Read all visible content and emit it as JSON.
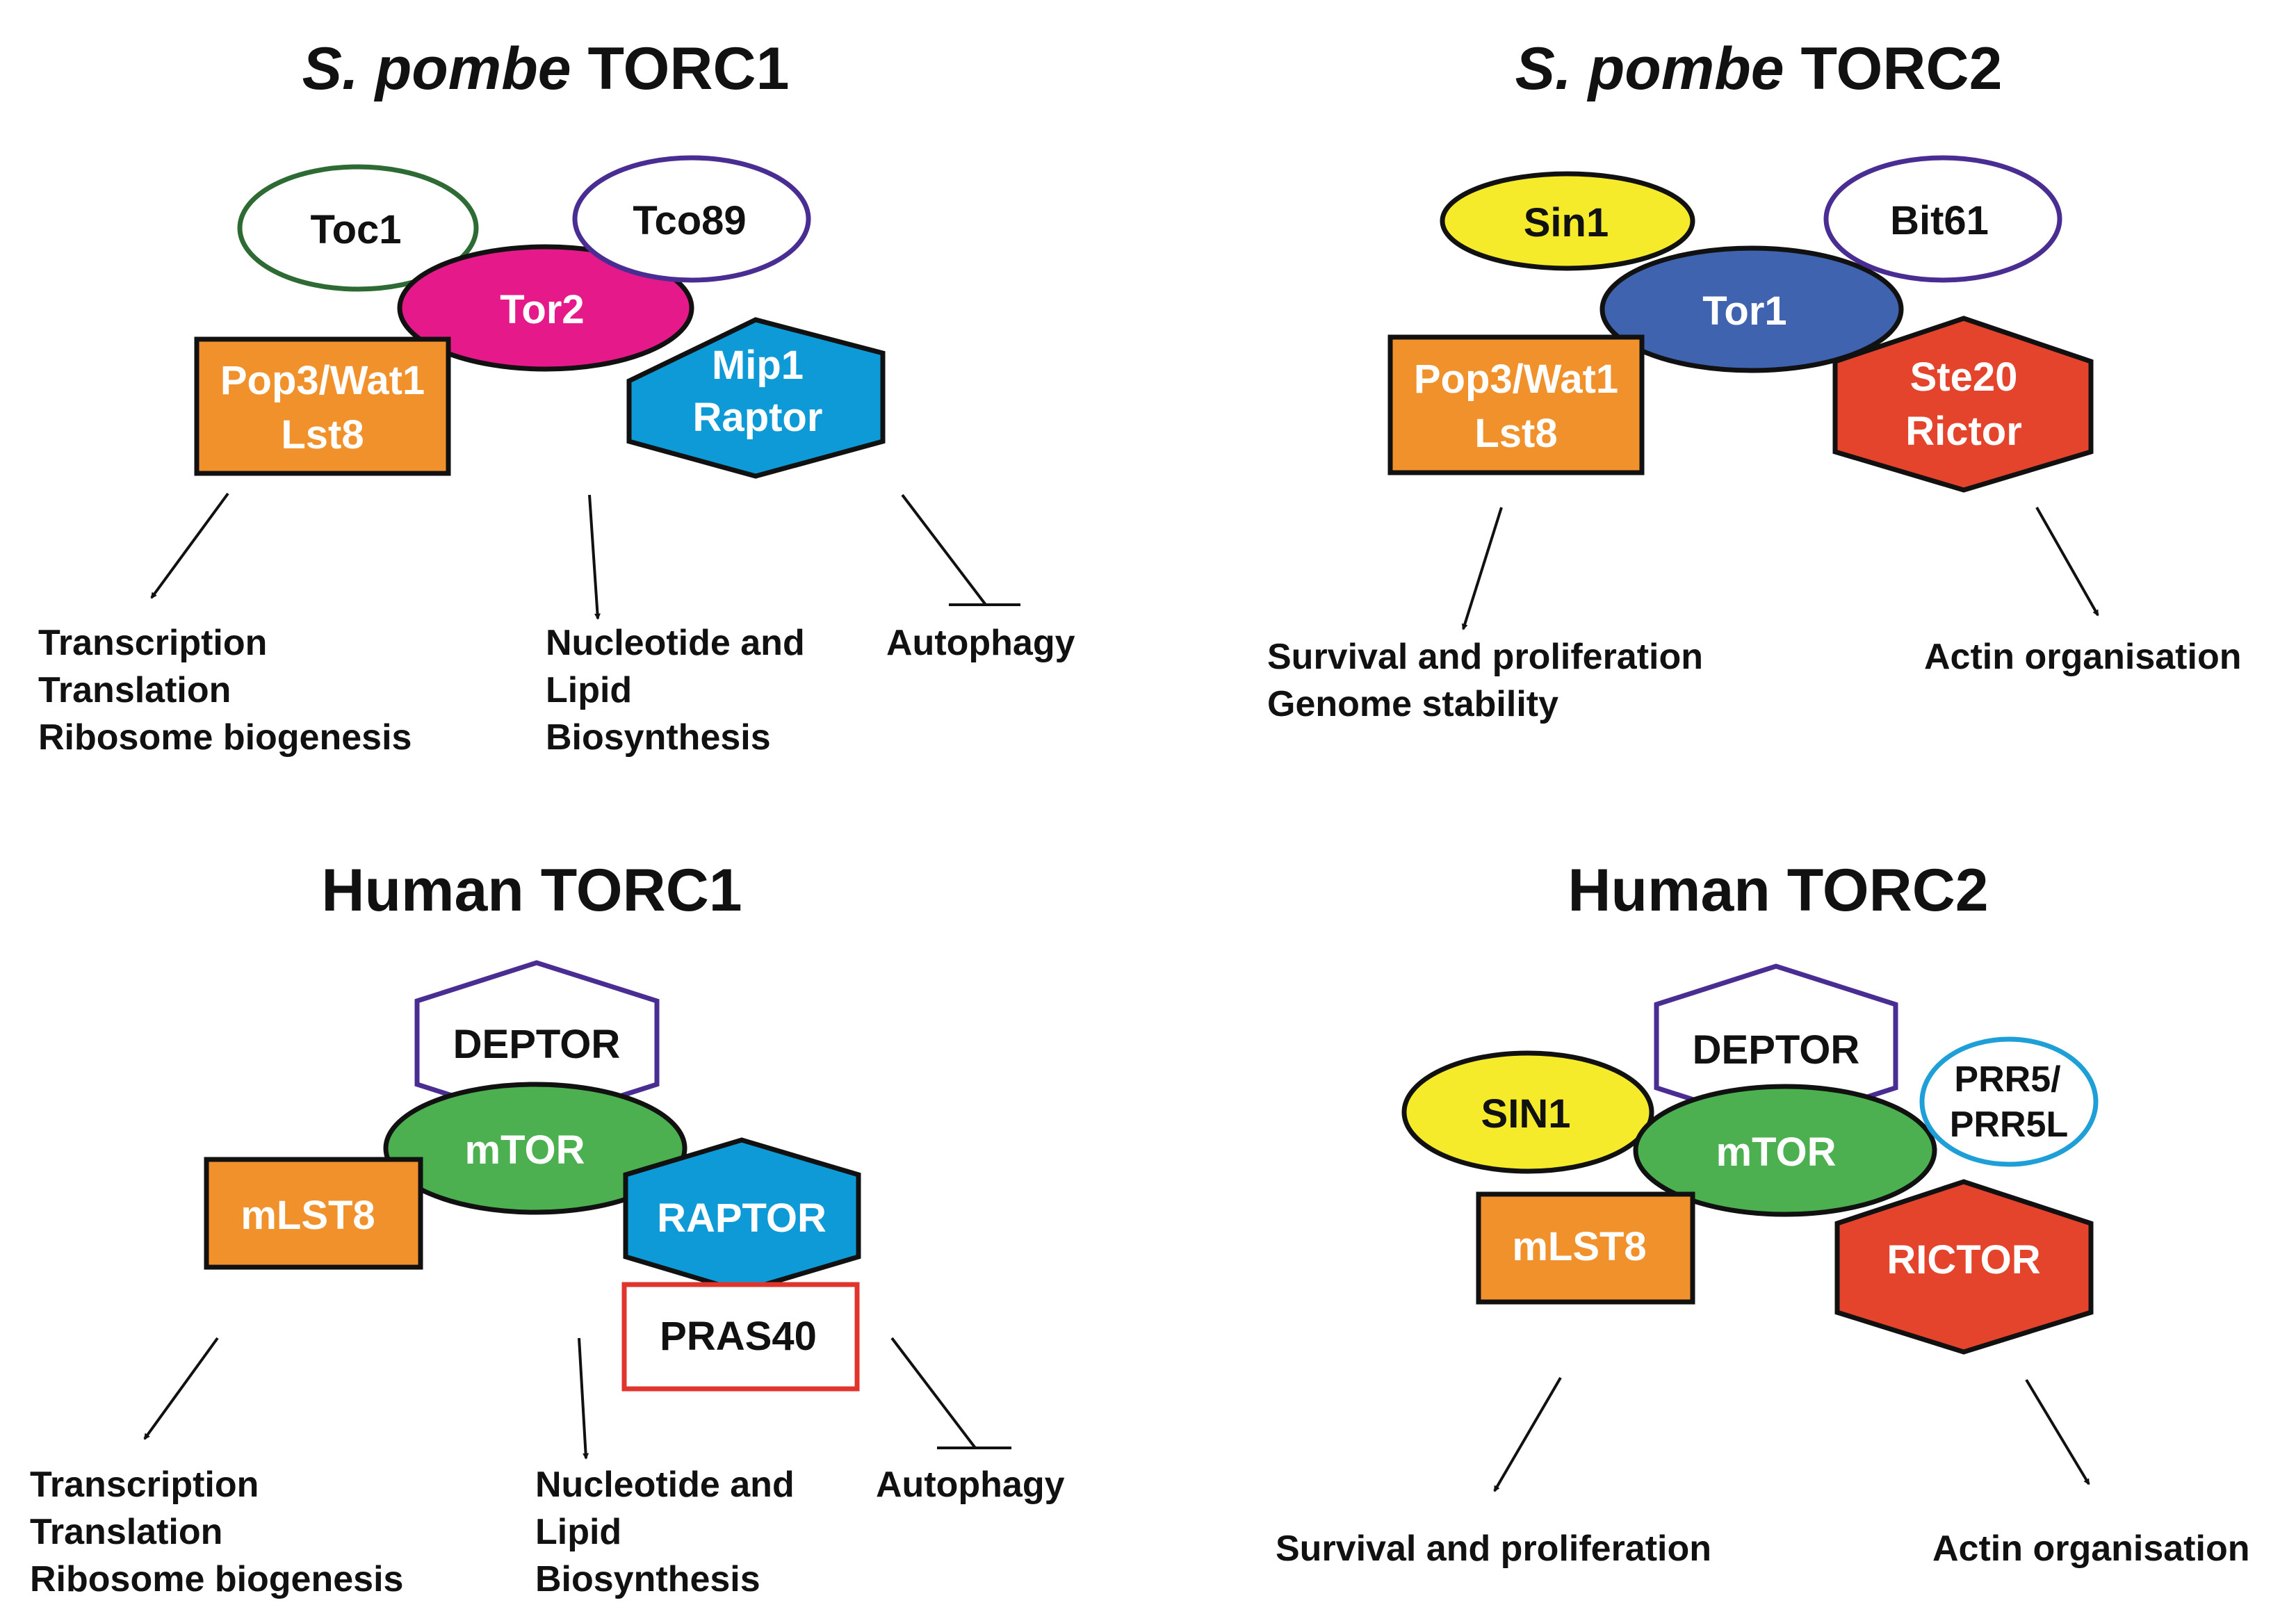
{
  "colors": {
    "orange": "#F0912B",
    "magenta": "#E5198A",
    "cyan_blue": "#0E9AD7",
    "green": "#4CAF50",
    "dark_blue": "#3F63AE",
    "red": "#E4432C",
    "yellow": "#F5EB2A",
    "dark_green_outline": "#2E6B34",
    "purple_outline": "#4A2D92",
    "light_blue_outline": "#1E9FD8",
    "red_outline": "#E0342C"
  },
  "pombe_torc1": {
    "title_italic": "S. pombe",
    "title_rest": " TORC1",
    "toc1": "Toc1",
    "tco89": "Tco89",
    "tor2": "Tor2",
    "pop3_line1": "Pop3/Wat1",
    "pop3_line2": "Lst8",
    "mip1_line1": "Mip1",
    "mip1_line2": "Raptor",
    "effect_left": [
      "Transcription",
      "Translation",
      "Ribosome biogenesis"
    ],
    "effect_mid": [
      "Nucleotide and",
      "Lipid",
      "Biosynthesis"
    ],
    "effect_right": "Autophagy"
  },
  "pombe_torc2": {
    "title_italic": "S. pombe",
    "title_rest": " TORC2",
    "sin1": "Sin1",
    "bit61": "Bit61",
    "tor1": "Tor1",
    "pop3_line1": "Pop3/Wat1",
    "pop3_line2": "Lst8",
    "ste20_line1": "Ste20",
    "ste20_line2": "Rictor",
    "effect_left": [
      "Survival and proliferation",
      "Genome stability"
    ],
    "effect_right": "Actin organisation"
  },
  "human_torc1": {
    "title": "Human TORC1",
    "deptor": "DEPTOR",
    "mtor": "mTOR",
    "mlst8": "mLST8",
    "raptor": "RAPTOR",
    "pras40": "PRAS40",
    "effect_left": [
      "Transcription",
      "Translation",
      "Ribosome biogenesis"
    ],
    "effect_mid": [
      "Nucleotide and",
      "Lipid",
      "Biosynthesis"
    ],
    "effect_right": "Autophagy"
  },
  "human_torc2": {
    "title": "Human TORC2",
    "deptor": "DEPTOR",
    "sin1": "SIN1",
    "prr5_line1": "PRR5/",
    "prr5_line2": "PRR5L",
    "mtor": "mTOR",
    "mlst8": "mLST8",
    "rictor": "RICTOR",
    "effect_left": "Survival and proliferation",
    "effect_right": "Actin organisation"
  }
}
